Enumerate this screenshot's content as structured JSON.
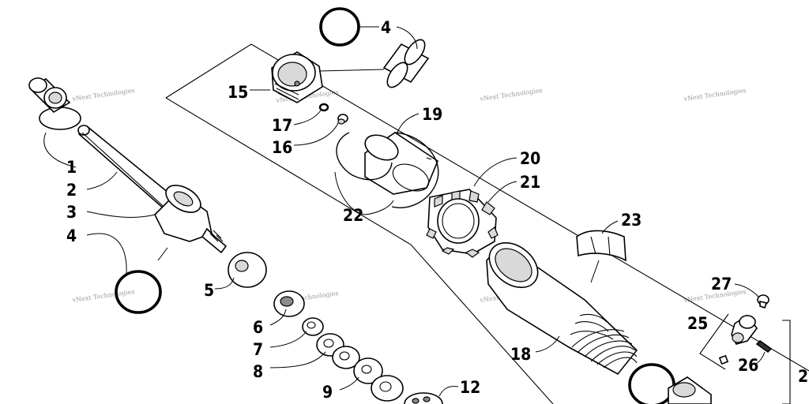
{
  "watermark": "vNext Technologies",
  "callouts": {
    "c1": "1",
    "c2": "2",
    "c3": "3",
    "c4a": "4",
    "c4b": "4",
    "c5": "5",
    "c6": "6",
    "c7": "7",
    "c8": "8",
    "c9": "9",
    "c12": "12",
    "c15": "15",
    "c16": "16",
    "c17": "17",
    "c18": "18",
    "c19": "19",
    "c20": "20",
    "c21": "21",
    "c22": "22",
    "c23": "23",
    "c25": "25",
    "c26": "26",
    "c27": "27",
    "c2r": "2"
  }
}
